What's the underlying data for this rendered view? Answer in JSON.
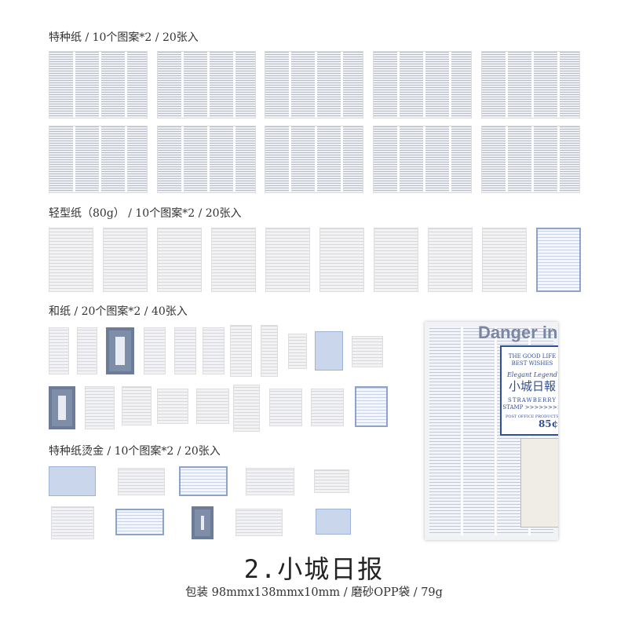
{
  "sections": [
    {
      "label": "特种纸 / 10个图案*2 / 20张入"
    },
    {
      "label": "轻型纸（80g） / 10个图案*2 / 20张入"
    },
    {
      "label": "和纸 / 20个图案*2 / 40张入"
    },
    {
      "label": "特种纸烫金 / 10个图案*2 / 20张入"
    }
  ],
  "package": {
    "headline": "Danger in",
    "stamp_line1": "THE GOOD LIFE",
    "stamp_line2": "BEST WISHES",
    "stamp_script": "Elegant Legend",
    "stamp_cn": "小城日報",
    "stamp_brand": "STRAWBERRY",
    "stamp_sub": "STAMP >>>>>>>>",
    "stamp_post": "POST OFFICE PRODUCTS",
    "stamp_price": "85¢"
  },
  "product": {
    "title": "2.小城日报",
    "spec": "包装  98mmx138mmx10mm / 磨砂OPP袋 / 79g"
  },
  "colors": {
    "accent": "#2f4f99",
    "tone": "#8ea3c9"
  }
}
